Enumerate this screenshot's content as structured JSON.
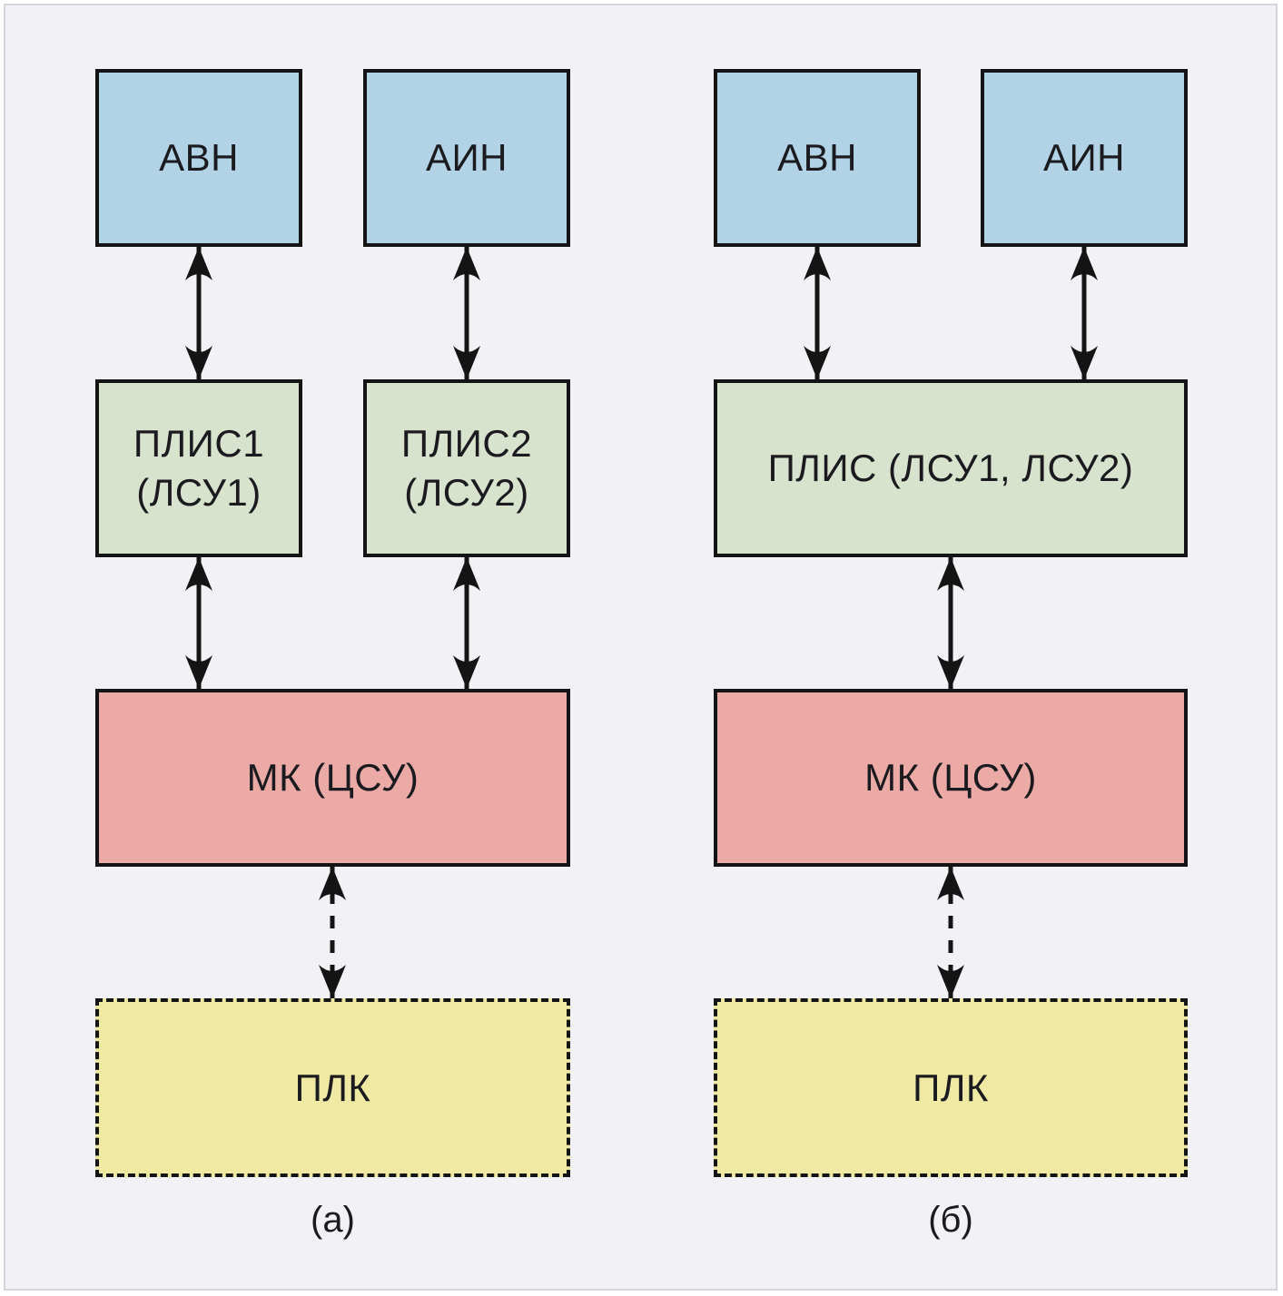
{
  "figure": {
    "type": "block-diagram",
    "panels": 2,
    "colors": {
      "background": "#f2f2f6",
      "frame_border": "#d4d4da",
      "block_stroke": "#141414",
      "converter_block": "#b2d3e5",
      "fpga_block": "#d8e3cd",
      "mcu_block": "#ecaaa7",
      "plc_block": "#f0e9a4",
      "arrow": "#141414"
    }
  },
  "a": {
    "caption": "(а)",
    "avn": "АВН",
    "ain": "АИН",
    "plis1": [
      "ПЛИС1",
      "(ЛСУ1)"
    ],
    "plis2": [
      "ПЛИС2",
      "(ЛСУ2)"
    ],
    "mk": "МК (ЦСУ)",
    "plk": "ПЛК"
  },
  "b": {
    "caption": "(б)",
    "avn": "АВН",
    "ain": "АИН",
    "plis": "ПЛИС (ЛСУ1, ЛСУ2)",
    "mk": "МК (ЦСУ)",
    "plk": "ПЛК"
  }
}
